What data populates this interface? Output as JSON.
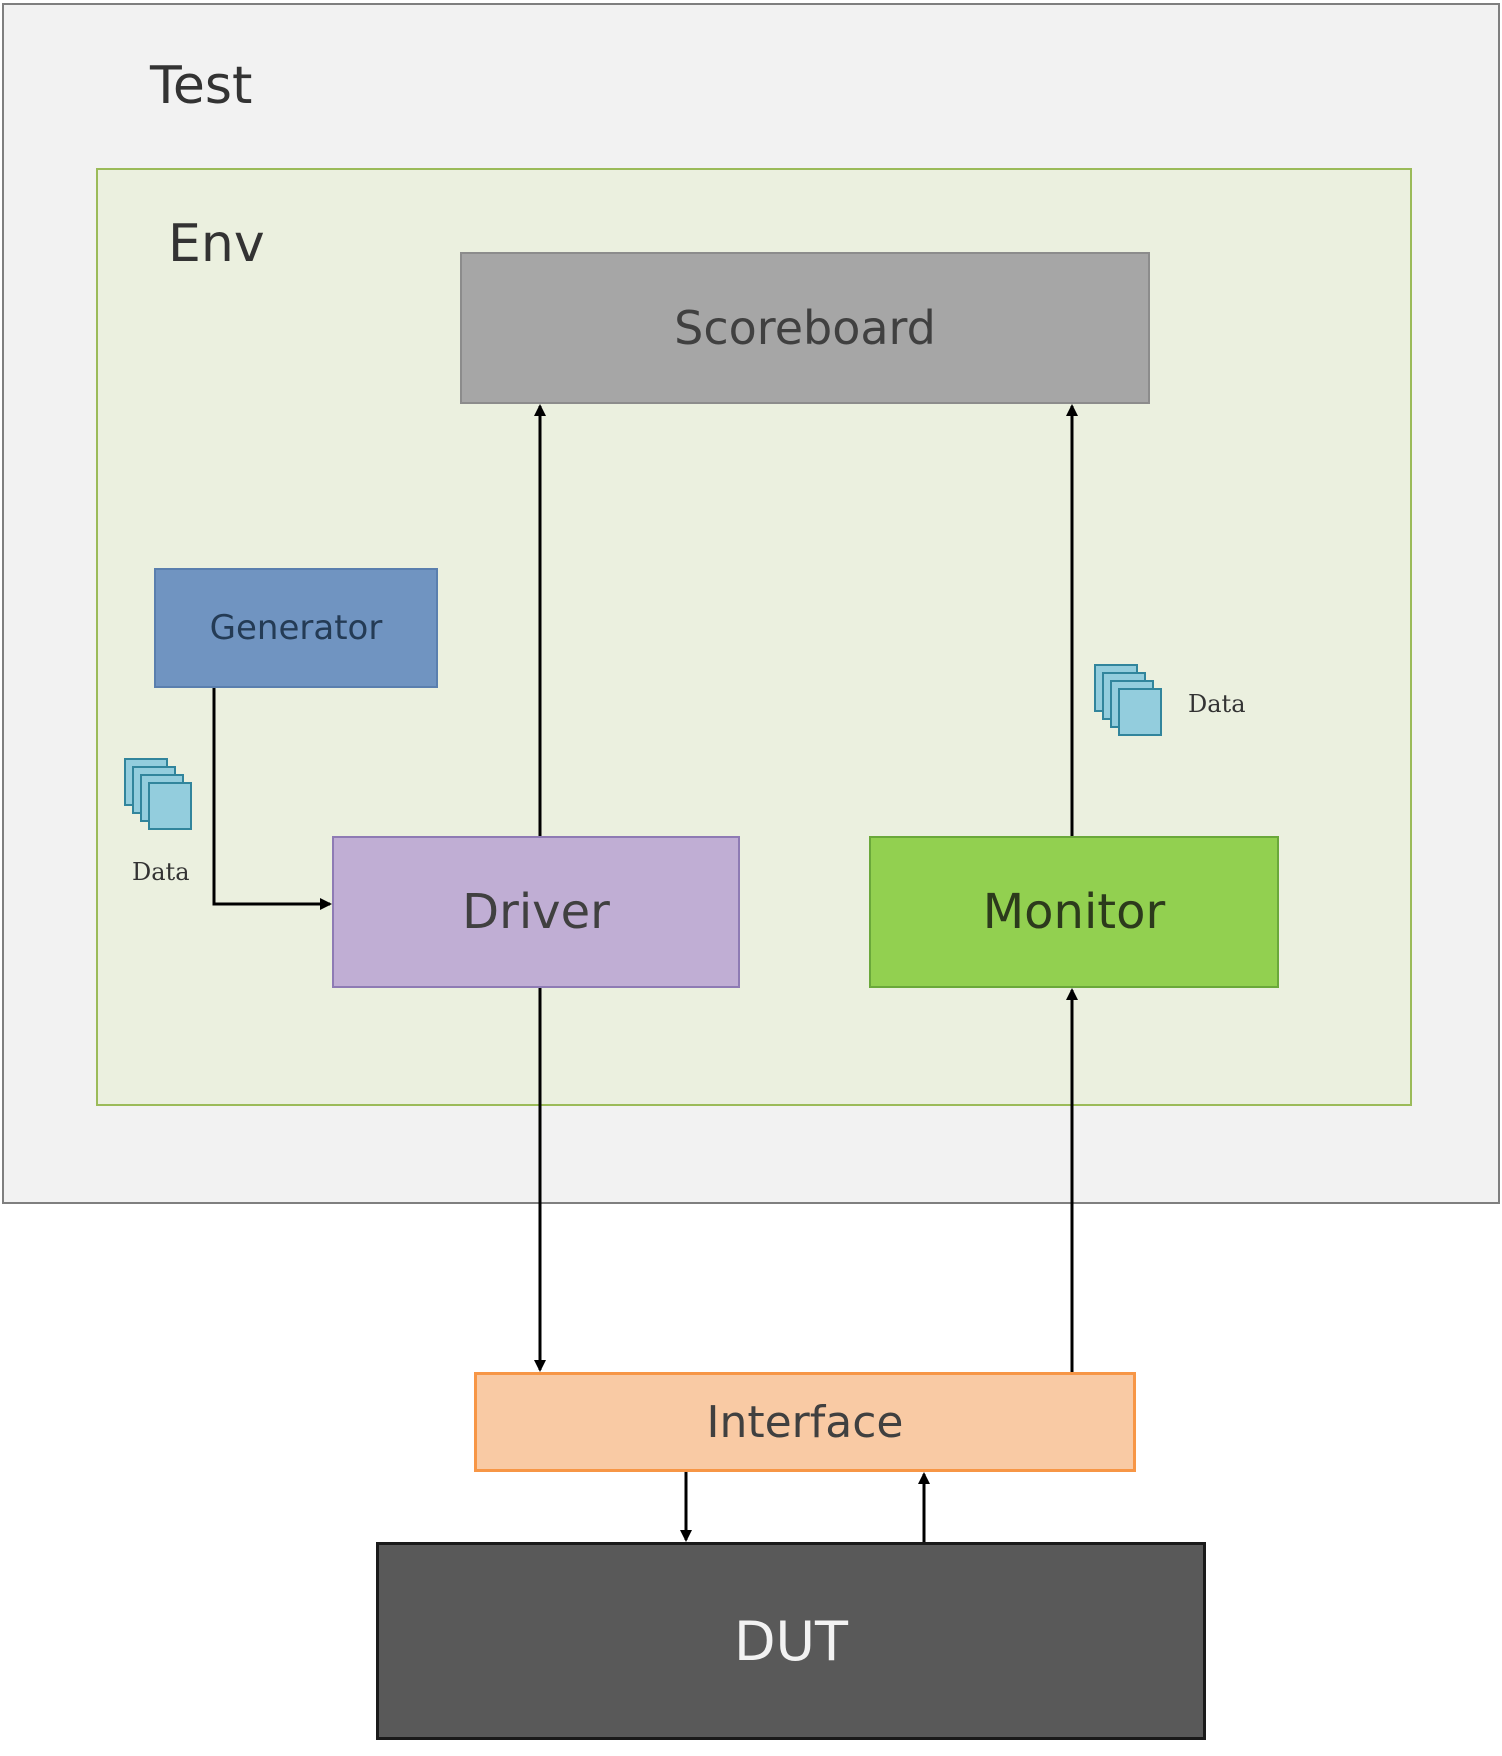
{
  "test": {
    "label": "Test"
  },
  "env": {
    "label": "Env"
  },
  "blocks": {
    "scoreboard": "Scoreboard",
    "generator": "Generator",
    "driver": "Driver",
    "monitor": "Monitor",
    "interface": "Interface",
    "dut": "DUT"
  },
  "data_labels": {
    "generator_to_driver": "Data",
    "monitor_to_scoreboard": "Data"
  },
  "icons": {
    "data_stack": "data-stack-icon"
  },
  "colors": {
    "test_bg": "#f2f2f2",
    "env_bg": "#ebf0df",
    "env_border": "#9bbb59",
    "scoreboard": "#a6a6a6",
    "generator": "#7094c1",
    "driver": "#c0aed4",
    "monitor": "#92d050",
    "interface": "#f9caa4",
    "interface_border": "#f79646",
    "dut": "#595959",
    "data_icon": "#93cddd"
  }
}
